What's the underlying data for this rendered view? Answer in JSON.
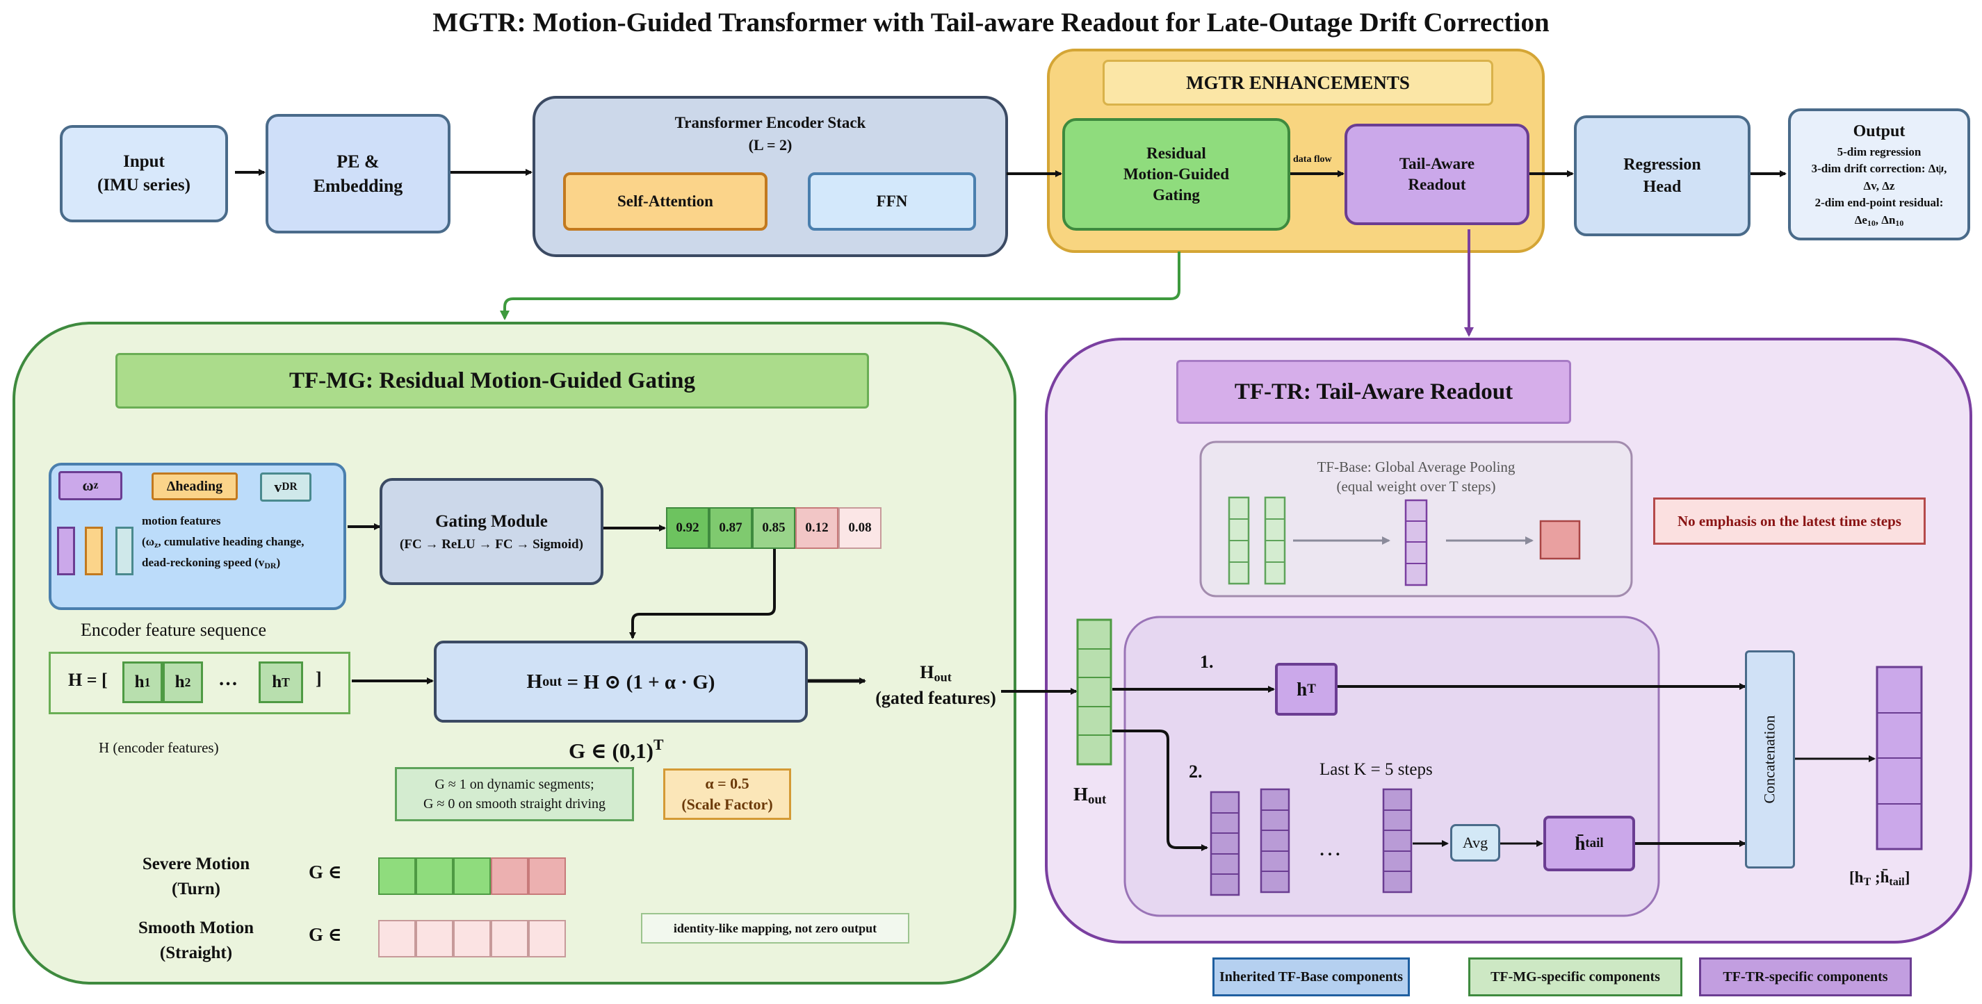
{
  "title": "MGTR: Motion-Guided Transformer with Tail-aware Readout for Late-Outage Drift Correction",
  "pipeline": {
    "input": {
      "line1": "Input",
      "line2": "(IMU series)"
    },
    "pe": {
      "line1": "PE &",
      "line2": "Embedding"
    },
    "encoder": {
      "title": "Transformer Encoder Stack",
      "layers": "(L = 2)",
      "attention": "Self-Attention",
      "ffn": "FFN"
    },
    "enhancements": {
      "title": "MGTR ENHANCEMENTS",
      "gating": {
        "line1": "Residual",
        "line2": "Motion-Guided",
        "line3": "Gating"
      },
      "flow_label": "data flow",
      "readout": {
        "line1": "Tail-Aware",
        "line2": "Readout"
      }
    },
    "regression": {
      "line1": "Regression",
      "line2": "Head"
    },
    "output": {
      "title": "Output",
      "l1": "5-dim regression",
      "l2": "3-dim drift correction: Δψ,",
      "l3": "Δv, Δz",
      "l4": "2-dim end-point residual:",
      "l5a": "Δe",
      "l5b": "10",
      "l5c": ", Δn",
      "l5d": "10"
    }
  },
  "tfmg": {
    "title": "TF-MG: Residual Motion-Guided Gating",
    "chips": {
      "omega": "ω",
      "omega_sub": "z",
      "heading": "Δheading",
      "vdr": "v",
      "vdr_sub": "DR"
    },
    "motion": {
      "l1": "motion features",
      "l2a": "(ω",
      "l2b": "z",
      "l2c": ", cumulative heading change,",
      "l3a": "dead-reckoning speed (v",
      "l3b": "DR",
      "l3c": ")"
    },
    "gating": {
      "title": "Gating Module",
      "formula": "(FC → ReLU → FC → Sigmoid)"
    },
    "gates": [
      "0.92",
      "0.87",
      "0.85",
      "0.12",
      "0.08"
    ],
    "enc_label": "Encoder feature sequence",
    "seq": {
      "prefix": "H = [",
      "h1": "h",
      "h1s": "1",
      "h2": "h",
      "h2s": "2",
      "dots": "…",
      "hT": "h",
      "hTs": "T",
      "suffix": "]"
    },
    "enc_caption": "H (encoder features)",
    "formula": {
      "a": "H",
      "as": "out",
      "b": "= H ⊙ (1 + α · G)"
    },
    "hout": {
      "a": "H",
      "as": "out",
      "b": "(gated features)"
    },
    "g_domain": {
      "a": "G ∈ (0,1)",
      "sup": "T"
    },
    "g_note": {
      "l1": "G ≈ 1 on dynamic segments;",
      "l2": "G ≈ 0 on smooth straight driving"
    },
    "alpha": {
      "l1": "α = 0.5",
      "l2": "(Scale Factor)"
    },
    "severe": {
      "l1": "Severe Motion",
      "l2": "(Turn)",
      "g": "G ∈"
    },
    "smooth": {
      "l1": "Smooth Motion",
      "l2": "(Straight)",
      "g": "G ∈"
    },
    "identity": "identity-like mapping, not zero output"
  },
  "tftr": {
    "title": "TF-TR: Tail-Aware Readout",
    "base": {
      "l1": "TF-Base: Global Average Pooling",
      "l2": "(equal weight over T steps)"
    },
    "no_emphasis": "No emphasis on the latest time steps",
    "hout": {
      "a": "H",
      "as": "out"
    },
    "step1": "1.",
    "hT": {
      "a": "h",
      "as": "T"
    },
    "step2": "2.",
    "lastk": "Last K = 5 steps",
    "dots": "…",
    "avg": "Avg",
    "htail": {
      "a": "h̄",
      "as": "tail"
    },
    "concat": "Concatenation",
    "result": {
      "a": "[h",
      "as": "T",
      "b": " ;h̄",
      "bs": "tail",
      "c": "]"
    }
  },
  "legend": {
    "base": "Inherited TF-Base components",
    "mg": "TF-MG-specific components",
    "tr": "TF-TR-specific components"
  },
  "colors": {
    "blue_fill": "#d6e4fa",
    "blue_stroke": "#4a6b8a",
    "green_fill": "#8fdc7d",
    "green_stroke": "#4e9a43",
    "purple_fill": "#cba8ea",
    "purple_stroke": "#6b3d92",
    "gold_fill": "#f8d580",
    "gold_stroke": "#d4a535"
  }
}
